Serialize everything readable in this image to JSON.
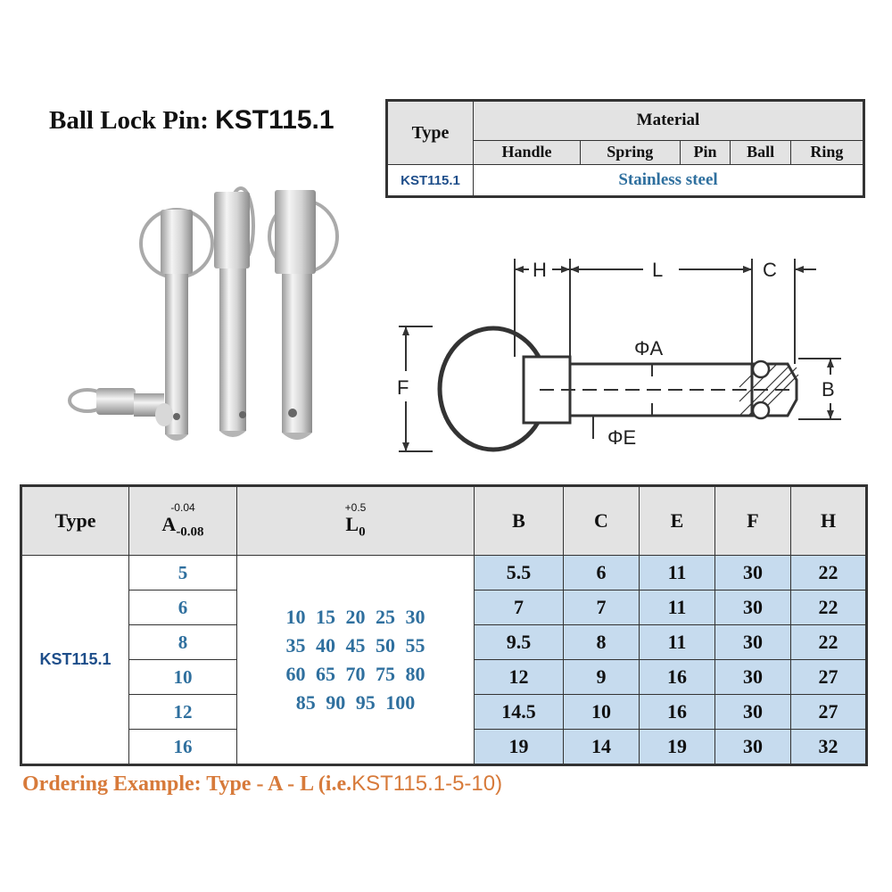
{
  "title": {
    "label": "Ball Lock Pin:",
    "code": "KST115.1"
  },
  "material_table": {
    "type_header": "Type",
    "material_header": "Material",
    "parts": [
      "Handle",
      "Spring",
      "Pin",
      "Ball",
      "Ring"
    ],
    "type_value": "KST115.1",
    "material_value": "Stainless steel"
  },
  "drawing": {
    "labels": {
      "h": "H",
      "l": "L",
      "c": "C",
      "f": "F",
      "b": "B",
      "phi_a": "ΦA",
      "phi_e": "ΦE"
    }
  },
  "spec_table": {
    "headers": {
      "type": "Type",
      "a": "A",
      "a_sub": "-0.08",
      "a_tol": "-0.04",
      "l": "L",
      "l_sub": "0",
      "l_tol": "+0.5",
      "b": "B",
      "c": "C",
      "e": "E",
      "f": "F",
      "h": "H"
    },
    "type_value": "KST115.1",
    "l_values": [
      "10  15  20  25  30",
      "35  40  45  50  55",
      "60  65  70  75  80",
      "85  90 95  100"
    ],
    "rows": [
      {
        "a": "5",
        "b": "5.5",
        "c": "6",
        "e": "11",
        "f": "30",
        "h": "22"
      },
      {
        "a": "6",
        "b": "7",
        "c": "7",
        "e": "11",
        "f": "30",
        "h": "22"
      },
      {
        "a": "8",
        "b": "9.5",
        "c": "8",
        "e": "11",
        "f": "30",
        "h": "22"
      },
      {
        "a": "10",
        "b": "12",
        "c": "9",
        "e": "16",
        "f": "30",
        "h": "27"
      },
      {
        "a": "12",
        "b": "14.5",
        "c": "10",
        "e": "16",
        "f": "30",
        "h": "27"
      },
      {
        "a": "16",
        "b": "19",
        "c": "14",
        "e": "19",
        "f": "30",
        "h": "32"
      }
    ]
  },
  "ordering": {
    "label": "Ordering Example: Type - A - L (",
    "ie": "i.e.",
    "example": "KST115.1-5-10)"
  }
}
